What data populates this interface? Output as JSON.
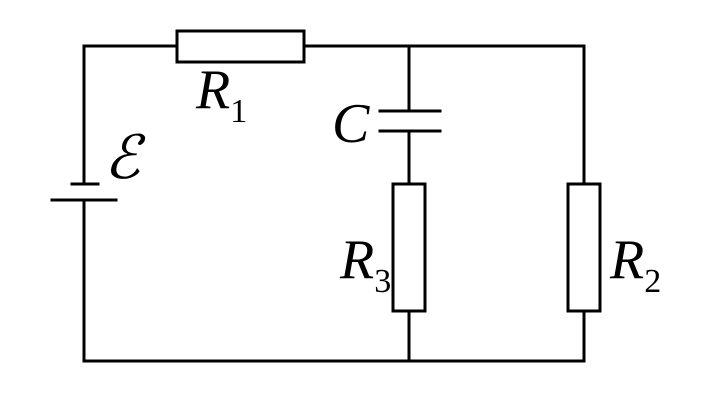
{
  "labels": {
    "emf": "ℰ",
    "r1": {
      "letter": "R",
      "sub": "1"
    },
    "r2": {
      "letter": "R",
      "sub": "2"
    },
    "r3": {
      "letter": "R",
      "sub": "3"
    },
    "capacitor": "C"
  }
}
